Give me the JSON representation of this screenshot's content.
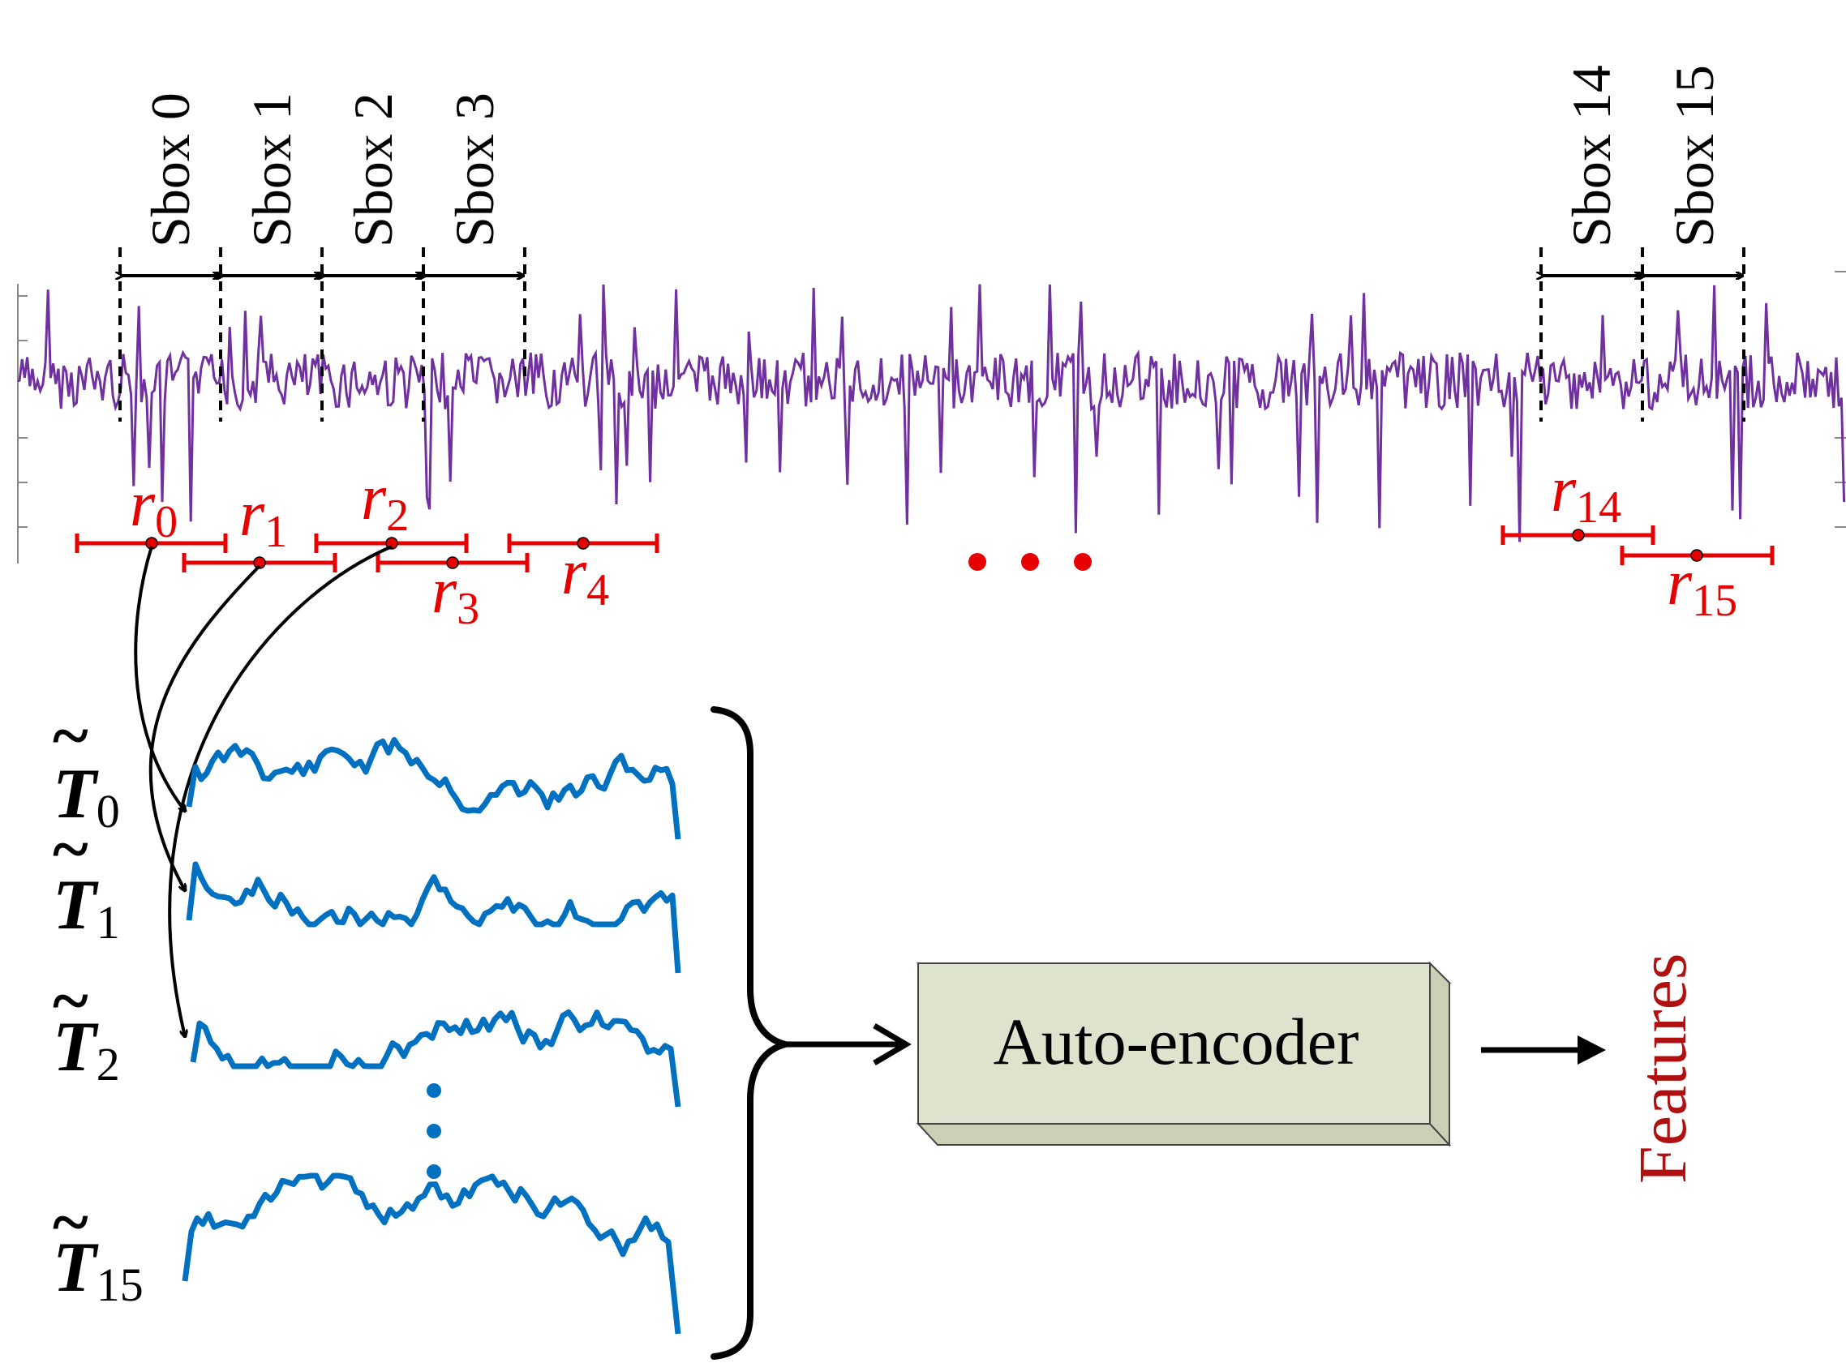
{
  "sbox_labels": [
    "Sbox 0",
    "Sbox 1",
    "Sbox 2",
    "Sbox 3",
    "Sbox 14",
    "Sbox 15"
  ],
  "range_labels": [
    {
      "letter": "r",
      "sub": "0"
    },
    {
      "letter": "r",
      "sub": "1"
    },
    {
      "letter": "r",
      "sub": "2"
    },
    {
      "letter": "r",
      "sub": "3"
    },
    {
      "letter": "r",
      "sub": "4"
    },
    {
      "letter": "r",
      "sub": "14"
    },
    {
      "letter": "r",
      "sub": "15"
    }
  ],
  "trace_labels": [
    {
      "tilde": "~",
      "letter": "T",
      "sub": "0"
    },
    {
      "tilde": "~",
      "letter": "T",
      "sub": "1"
    },
    {
      "tilde": "~",
      "letter": "T",
      "sub": "2"
    },
    {
      "tilde": "~",
      "letter": "T",
      "sub": "15"
    }
  ],
  "box_label": "Auto-encoder",
  "output_label": "Features",
  "colors": {
    "power_trace": "#7030a0",
    "segment_trace": "#0070c0",
    "range_marker": "#e60000",
    "box_face": "#dde3cc",
    "box_side": "#c9d0b5",
    "output_text": "#b01010"
  }
}
